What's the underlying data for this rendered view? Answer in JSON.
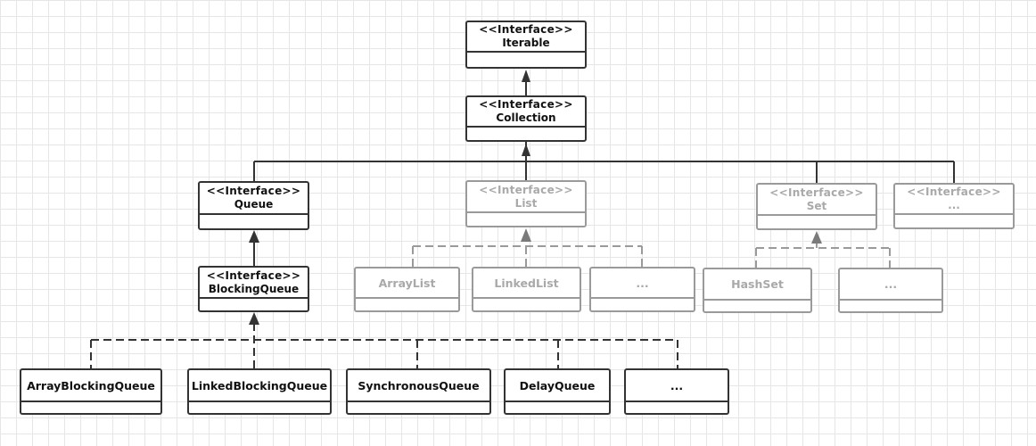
{
  "colors": {
    "primary_line": "#333333",
    "dim_line": "#9a9a9a",
    "dim_text": "#a9a9a9",
    "grid": "#e6e6e6"
  },
  "nodes": {
    "iterable": {
      "stereotype": "<<Interface>>",
      "name": "Iterable"
    },
    "collection": {
      "stereotype": "<<Interface>>",
      "name": "Collection"
    },
    "queue": {
      "stereotype": "<<Interface>>",
      "name": "Queue"
    },
    "list": {
      "stereotype": "<<Interface>>",
      "name": "List"
    },
    "set": {
      "stereotype": "<<Interface>>",
      "name": "Set"
    },
    "interface_more": {
      "stereotype": "<<Interface>>",
      "name": "..."
    },
    "blocking_queue": {
      "stereotype": "<<Interface>>",
      "name": "BlockingQueue"
    },
    "array_list": {
      "name": "ArrayList"
    },
    "linked_list": {
      "name": "LinkedList"
    },
    "list_more": {
      "name": "..."
    },
    "hash_set": {
      "name": "HashSet"
    },
    "set_more": {
      "name": "..."
    },
    "array_blocking_queue": {
      "name": "ArrayBlockingQueue"
    },
    "linked_blocking_queue": {
      "name": "LinkedBlockingQueue"
    },
    "synchronous_queue": {
      "name": "SynchronousQueue"
    },
    "delay_queue": {
      "name": "DelayQueue"
    },
    "blocking_queue_more": {
      "name": "..."
    }
  }
}
